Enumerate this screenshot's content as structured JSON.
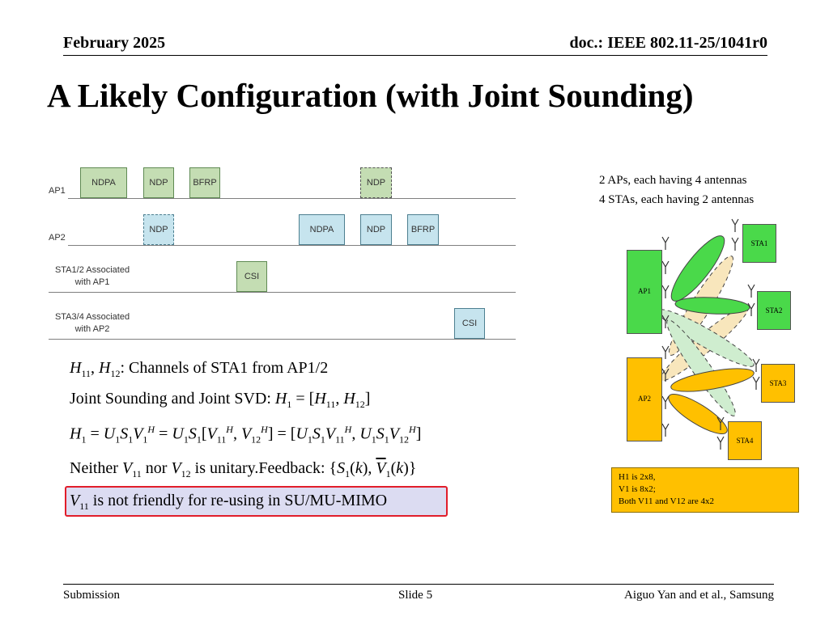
{
  "header": {
    "date": "February 2025",
    "doc": "doc.: IEEE 802.11-25/1041r0"
  },
  "title": "A Likely Configuration (with Joint Sounding)",
  "timing": {
    "lanes": [
      {
        "label": "AP1"
      },
      {
        "label": "AP2"
      },
      {
        "label_line1": "STA1/2 Associated",
        "label_line2": "with AP1"
      },
      {
        "label_line1": "STA3/4 Associated",
        "label_line2": "with AP2"
      }
    ],
    "frames": {
      "ap1_ndpa": "NDPA",
      "ap1_ndp": "NDP",
      "ap1_bfrp": "BFRP",
      "ap1_ndp2": "NDP",
      "ap2_ndp": "NDP",
      "ap2_ndpa": "NDPA",
      "ap2_ndp2": "NDP",
      "ap2_bfrp": "BFRP",
      "sta12_csi": "CSI",
      "sta34_csi": "CSI"
    }
  },
  "equations": {
    "line1_text": ": Channels of STA1 from AP1/2",
    "line2_text": "Joint Sounding and Joint SVD:",
    "line4_neither": "Neither",
    "line4_nor": "nor",
    "line4_unitary": "is unitary.",
    "line4_feedback": "Feedback:",
    "callout_text": "is not friendly for re-using in SU/MU-MIMO"
  },
  "config": {
    "line1": "2 APs, each having 4 antennas",
    "line2": "4 STAs, each having 2 antennas",
    "ap1": "AP1",
    "ap2": "AP2",
    "sta1": "STA1",
    "sta2": "STA2",
    "sta3": "STA3",
    "sta4": "STA4",
    "colors": {
      "ap1_green": "#4ad94a",
      "ap2_orange": "#ffc000",
      "callout_border": "#e11d2a"
    }
  },
  "notes": {
    "line1": "H1 is 2x8,",
    "line2": "V1 is 8x2;",
    "line3": "Both V11 and V12 are 4x2"
  },
  "footer": {
    "left": "Submission",
    "center": "Slide 5",
    "right": "Aiguo Yan and et al., Samsung"
  }
}
